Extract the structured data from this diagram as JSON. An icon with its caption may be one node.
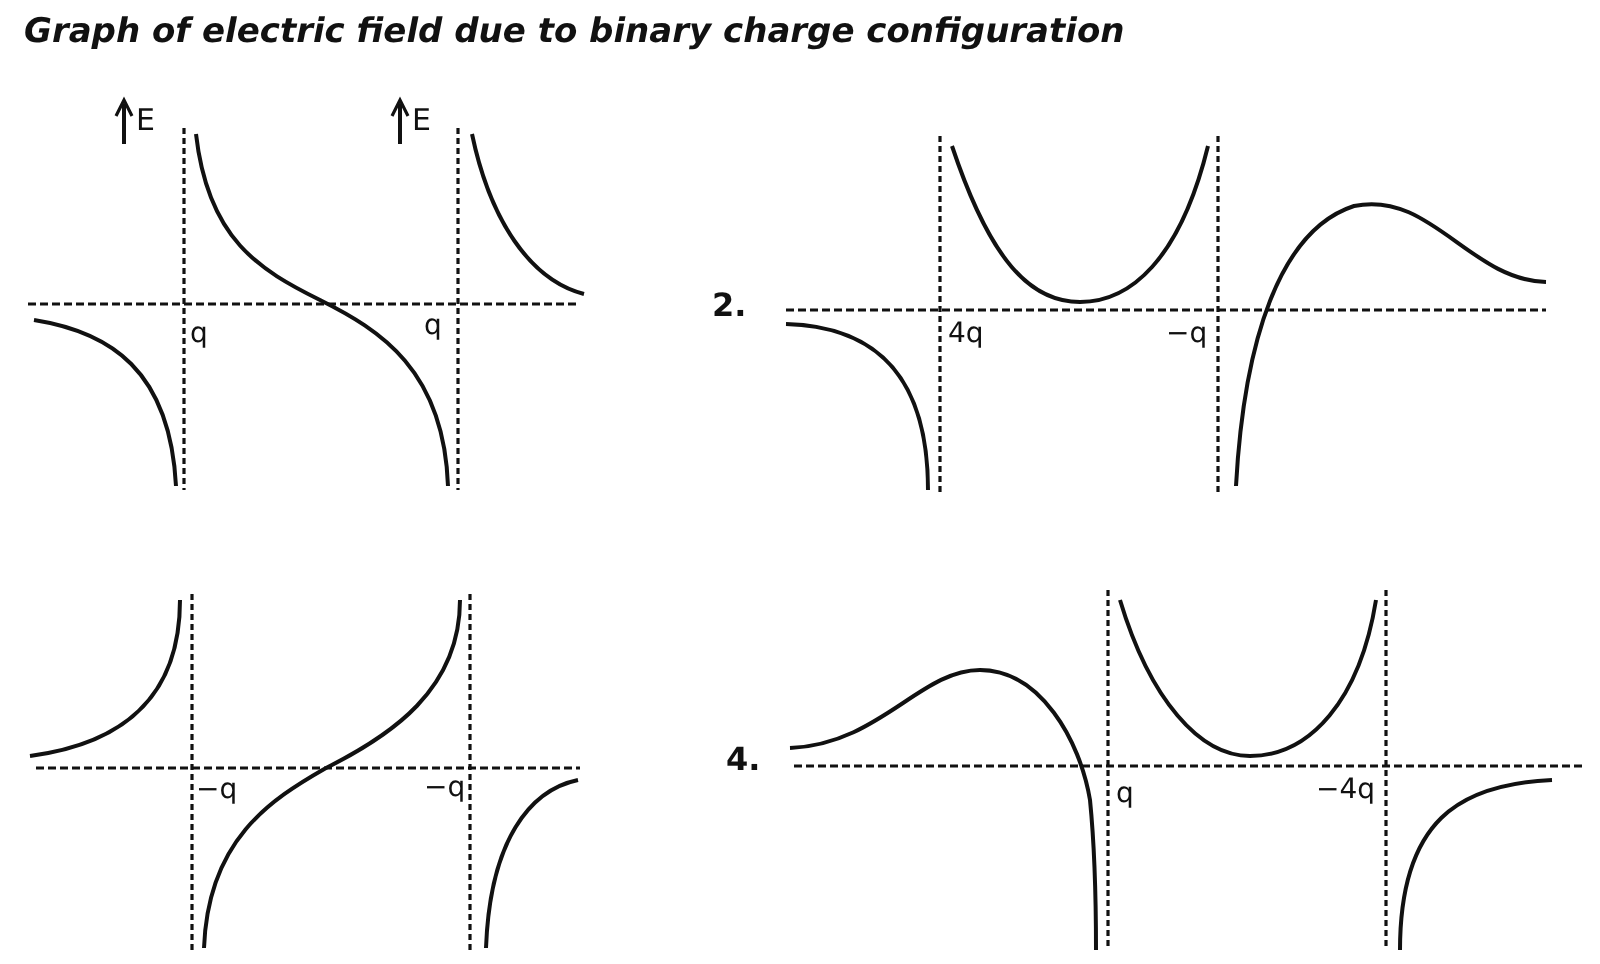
{
  "diagram": {
    "title": "Graph of electric field due to binary charge configuration",
    "labels": [
      "E",
      "E",
      "q",
      "q",
      "2.",
      "4q",
      "−q",
      "−q",
      "−q",
      "4.",
      "q",
      "−4q"
    ]
  }
}
